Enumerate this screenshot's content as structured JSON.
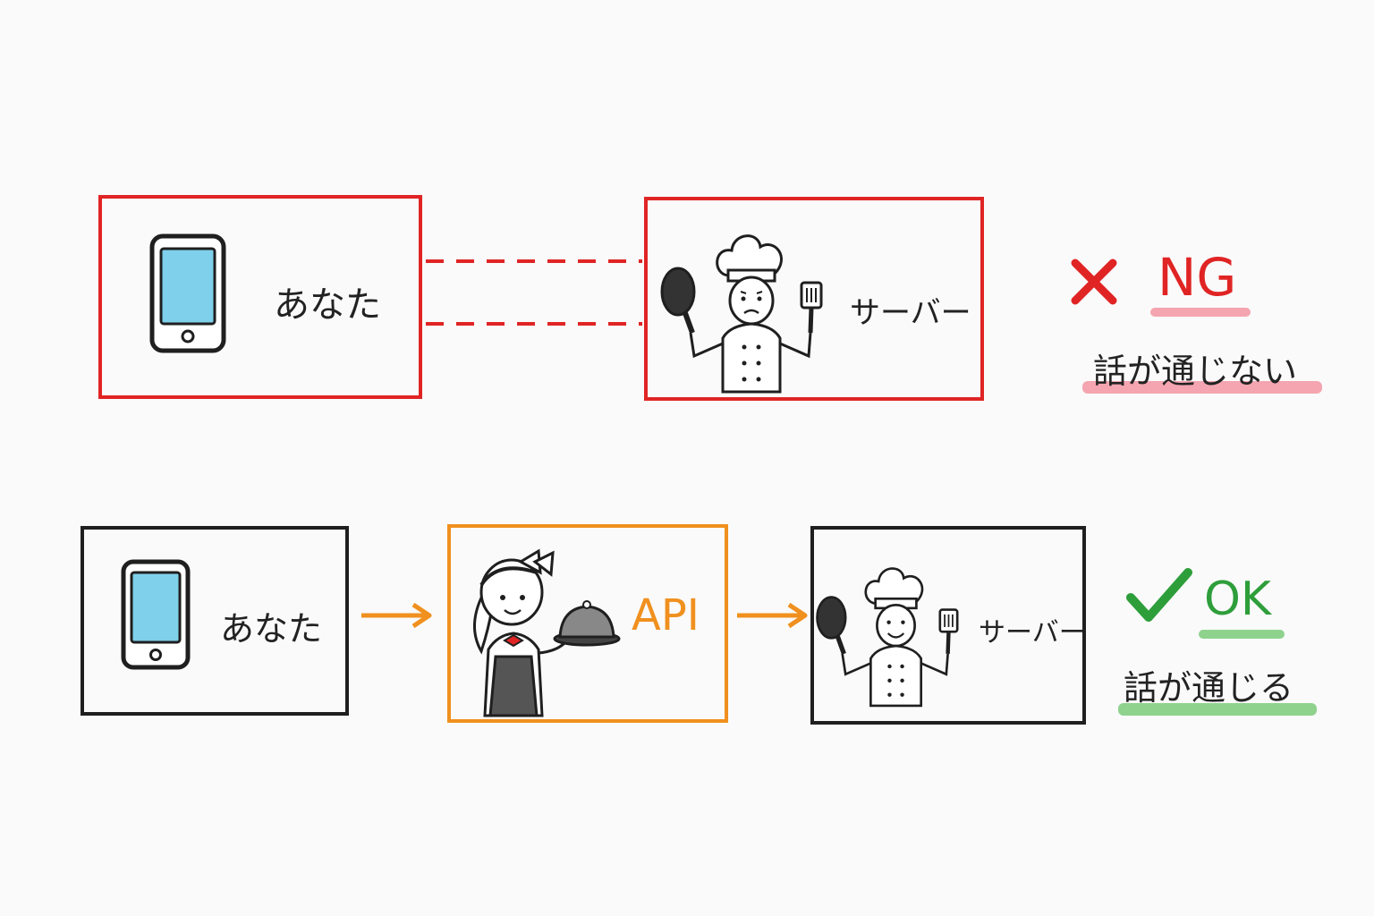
{
  "ng_row": {
    "you_label": "あなた",
    "server_label": "サーバー",
    "verdict": "NG",
    "note": "話が通じない"
  },
  "ok_row": {
    "you_label": "あなた",
    "api_label": "API",
    "server_label": "サーバー",
    "verdict": "OK",
    "note": "話が通じる"
  },
  "icons": {
    "phone": "smartphone-icon",
    "chef_sad": "confused-chef-icon",
    "chef_happy": "smiling-chef-icon",
    "waitress": "waitress-icon",
    "cross": "cross-mark-icon",
    "check": "check-mark-icon"
  },
  "colors": {
    "ng": "#e02424",
    "ok": "#2e9e3a",
    "api": "#f0901e",
    "ink": "#1f1f1f"
  }
}
